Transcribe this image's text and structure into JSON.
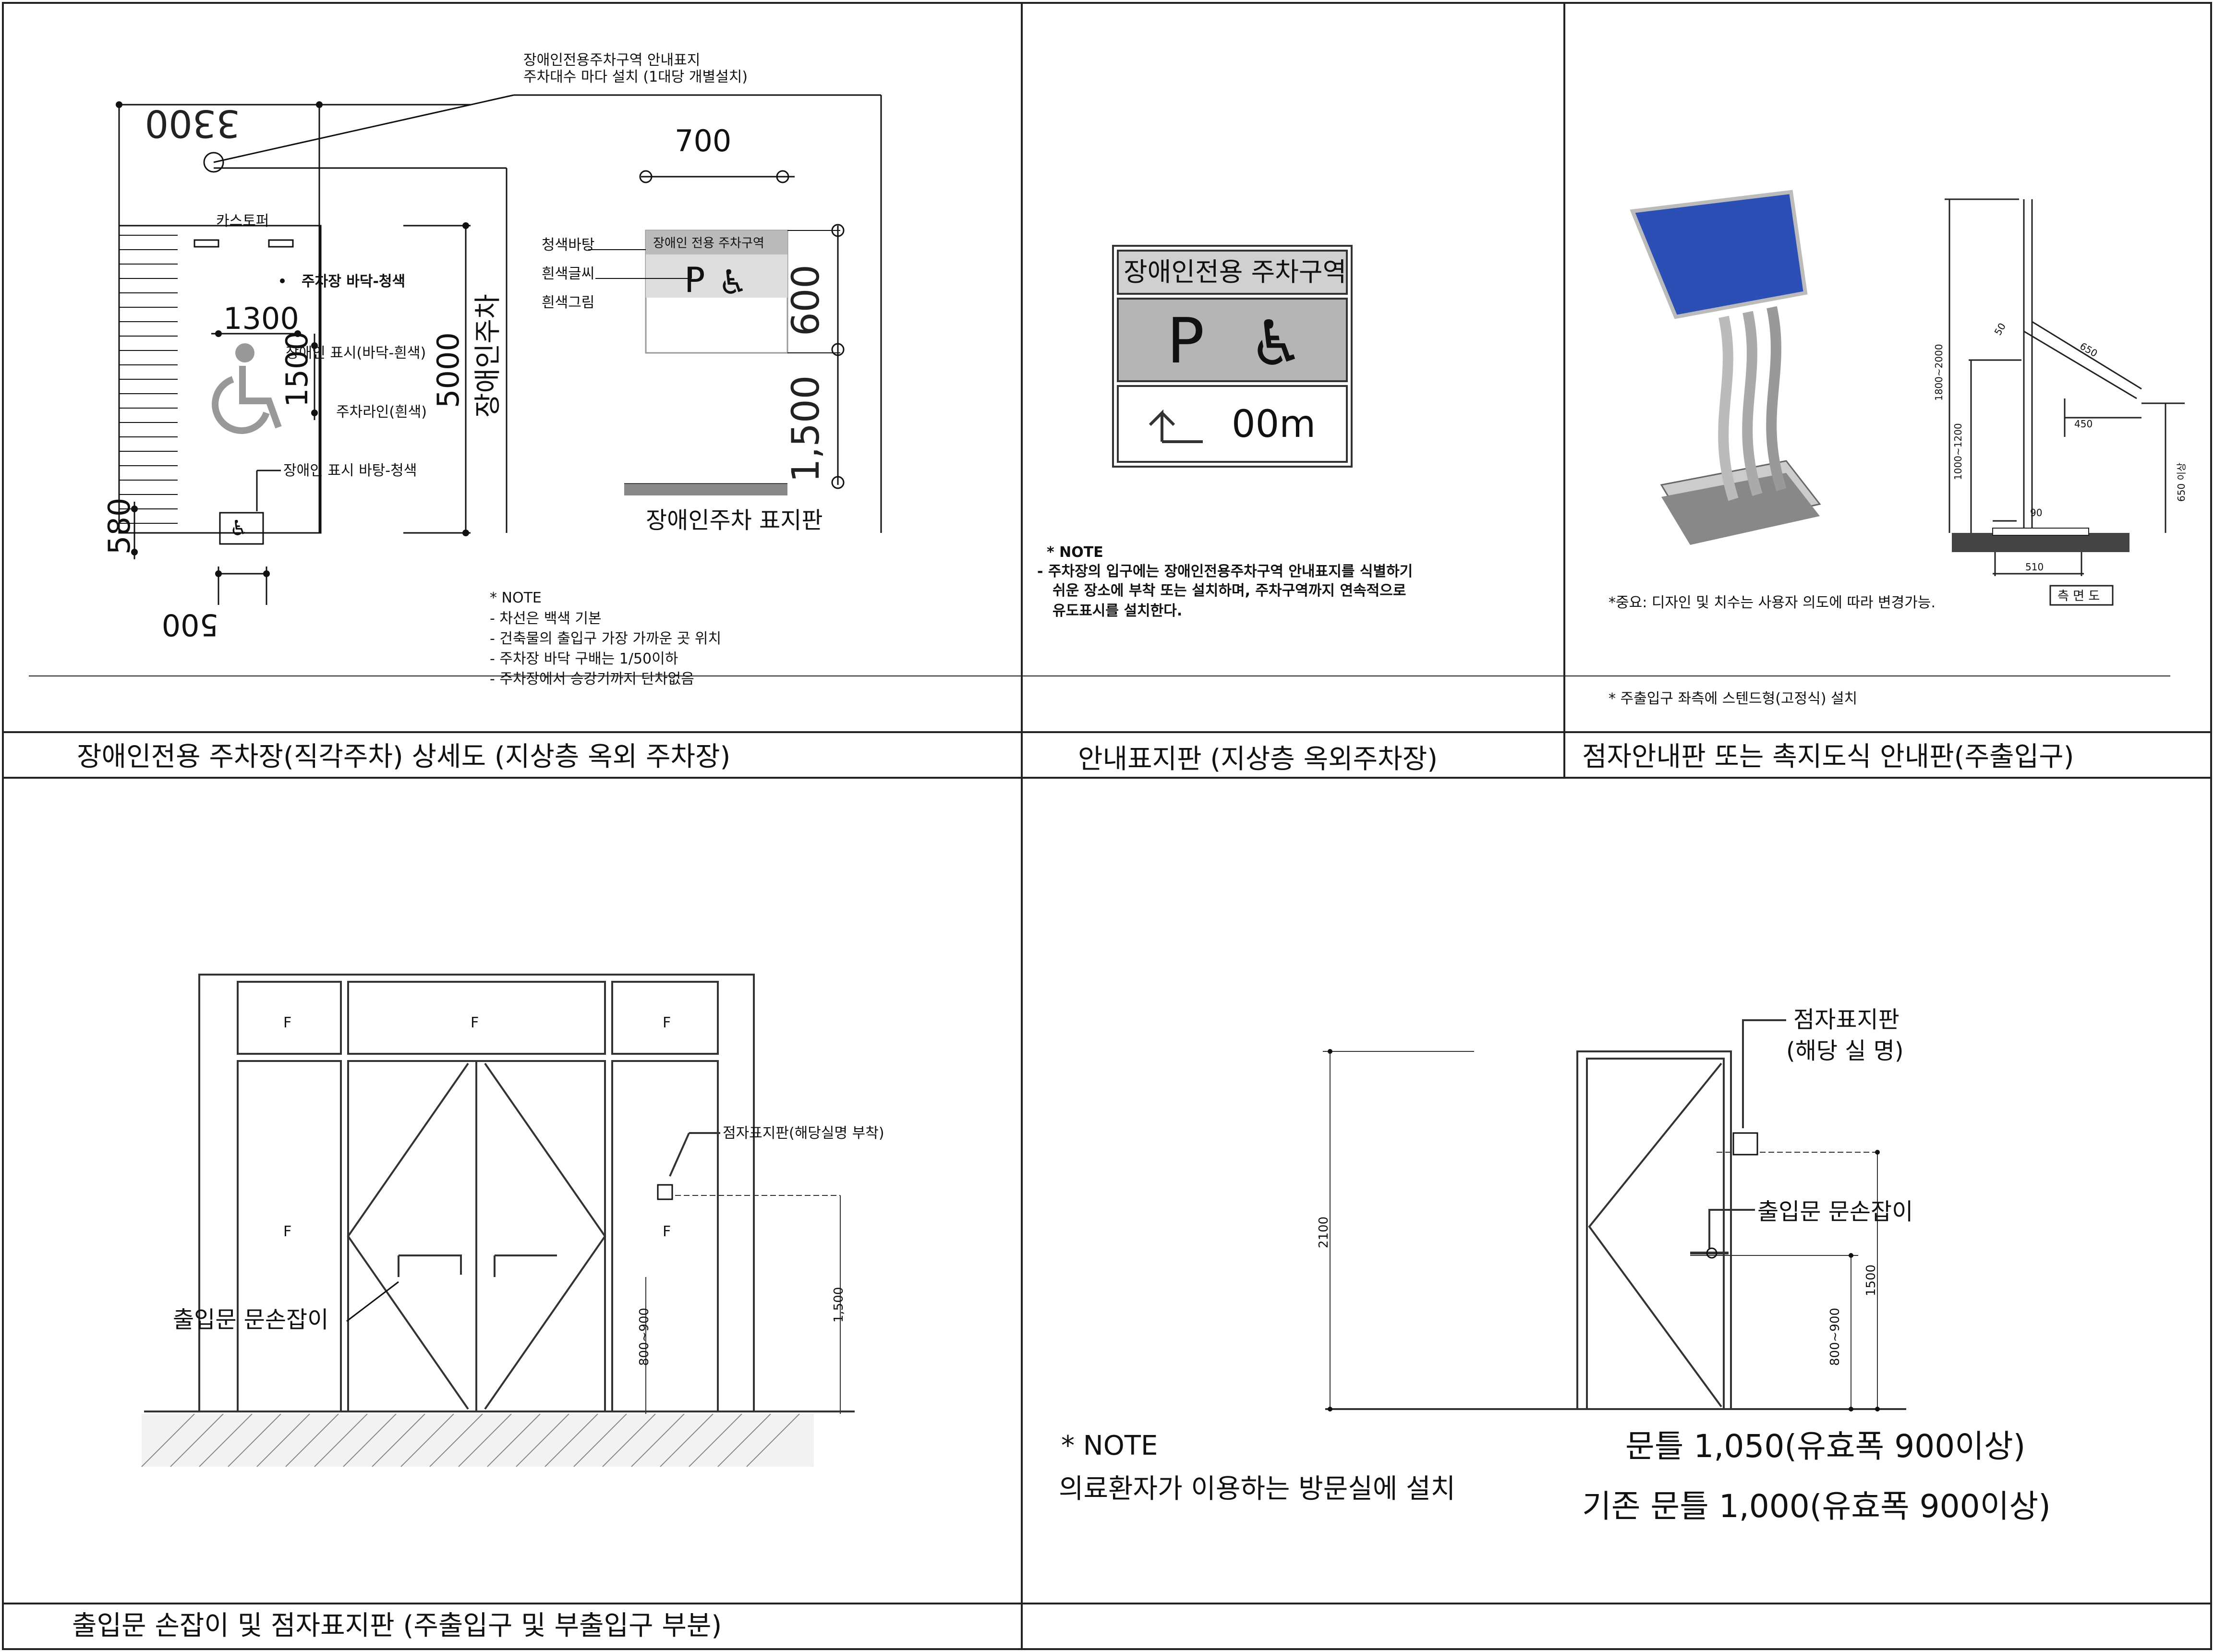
{
  "panels": {
    "parking": {
      "caption": "장애인전용 주차장(직각주차) 상세도 (지상층 옥외 주차장)",
      "callout_line1": "장애인전용주차구역 안내표지",
      "callout_line2": "주차대수 마다 설치 (1대당 개별설치)",
      "car_stopper": "카스토퍼",
      "floor_blue": "주차장 바닥-청색",
      "symbol_white": "장애인 표시(바닥-흰색)",
      "line_white": "주차라인(흰색)",
      "symbol_blue_bg": "장애인 표시 바탕-청색",
      "dims": {
        "w3300": "3300",
        "w1300": "1300",
        "h1500": "1500",
        "h5000": "5000",
        "h580": "580",
        "w500": "500",
        "w700": "700",
        "h600": "600",
        "h1500b": "1,500"
      },
      "vertical_label": "장애인주차",
      "blue_bg": "청색바탕",
      "white_text": "흰색글씨",
      "white_figure": "흰색그림",
      "mini_sign_title": "장애인 전용 주차구역",
      "mini_sign_p": "P",
      "sign_stand_label": "장애인주차 표지판",
      "note_title": "* NOTE",
      "notes": [
        "- 차선은 백색 기본",
        "- 건축물의 출입구 가장 가까운 곳 위치",
        "- 주차장 바닥 구배는 1/50이하",
        "- 주차장에서 승강기까지 단차없음"
      ]
    },
    "guide_sign": {
      "caption": "안내표지판 (지상층 옥외주차장)",
      "sign_title": "장애인전용 주차구역",
      "sign_p": "P",
      "distance": "00m",
      "note_title": "* NOTE",
      "note_lines": [
        "- 주차장의 입구에는 장애인전용주차구역 안내표지를 식별하기",
        "쉬운 장소에 부착 또는 설치하며, 주차구역까지 연속적으로",
        "유도표시를 설치한다."
      ]
    },
    "tactile_board": {
      "caption": "점자안내판 또는 촉지도식 안내판(주출입구)",
      "dims": {
        "h1": "1800~2000",
        "h2": "1000~1200",
        "d650": "650",
        "d50": "50",
        "d450": "450",
        "d90": "90",
        "d510": "510",
        "h650": "650 이상"
      },
      "side_view": "측 면 도",
      "important": "*중요: 디자인 및 치수는 사용자 의도에 따라 변경가능.",
      "install_note": "* 주출입구 좌측에  스텐드형(고정식) 설치"
    },
    "entrance": {
      "caption": "출입문 손잡이 및 점자표지판 (주출입구 및 부출입구 부분)",
      "fixed_label": "F",
      "braille_label": "점자표지판(해당실명 부착)",
      "handle_label": "출입문 문손잡이",
      "dim_handle": "800~900",
      "dim_sign": "1,500"
    },
    "room_door": {
      "braille_label": "점자표지판",
      "room_name": "(해당 실 명)",
      "handle_label": "출입문 문손잡이",
      "dim_height": "2100",
      "dim_handle": "800~900",
      "dim_sign": "1500",
      "note_title": "* NOTE",
      "note_text": "의료환자가 이용하는 방문실에 설치",
      "frame_new": "문틀 1,050(유효폭 900이상)",
      "frame_old": "기존 문틀 1,000(유효폭 900이상)"
    }
  },
  "colors": {
    "line": "#111111",
    "sign_gray": "#b5b5b5",
    "sign_dark": "#d0d0d0",
    "wheelchair_gray": "#999999",
    "board_blue": "#2b4fb5"
  }
}
